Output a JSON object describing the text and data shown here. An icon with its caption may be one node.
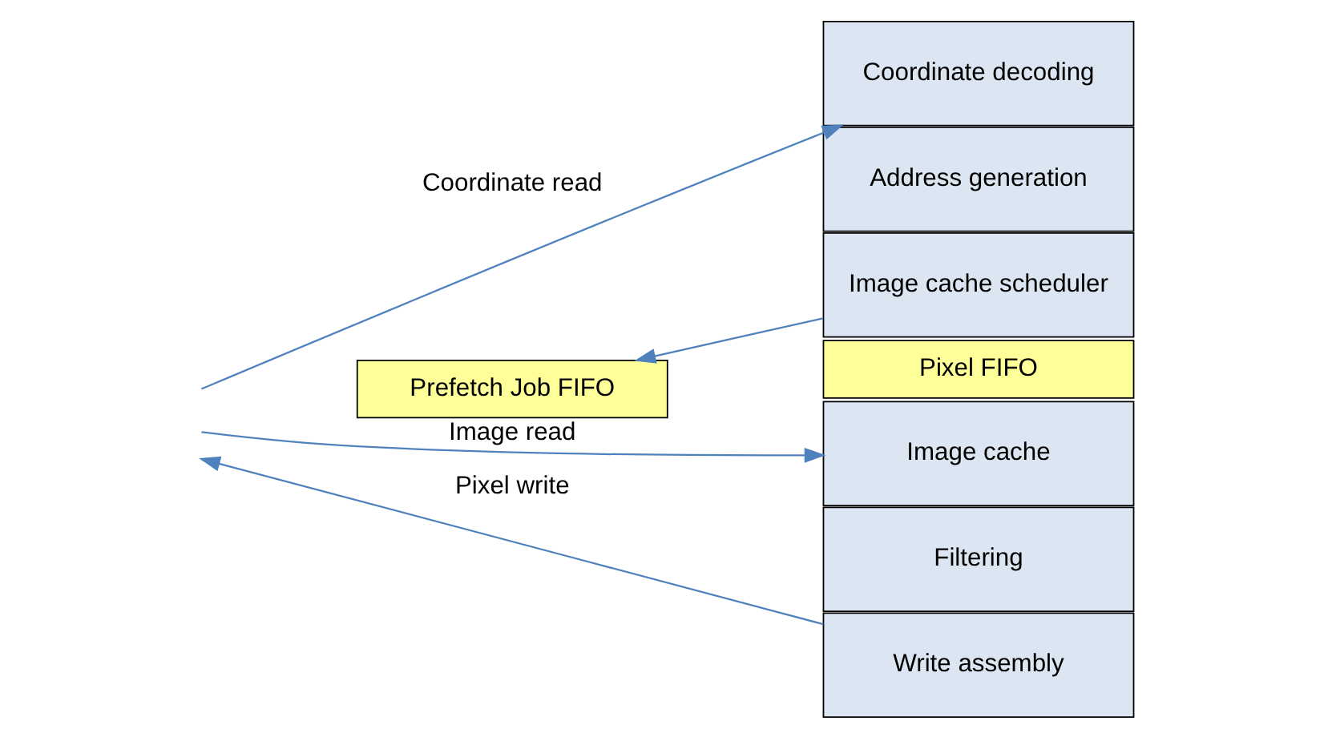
{
  "diagram": {
    "nodes": [
      {
        "text": [
          "Coordinate decoding"
        ]
      },
      {
        "text": [
          "Address generation"
        ]
      },
      {
        "text": [
          "Image cache scheduler"
        ]
      },
      {
        "text": [
          "Prefetch Job FIFO"
        ]
      },
      {
        "text": [
          "Pixel FIFO"
        ]
      },
      {
        "text": [
          "Image cache"
        ]
      },
      {
        "text": [
          "Filtering"
        ]
      },
      {
        "text": [
          "Write assembly"
        ]
      }
    ],
    "edges": [
      {
        "from": null,
        "to": 0,
        "arrow": "to",
        "label": "Coordinate read"
      },
      {
        "from": 2,
        "to": 3,
        "arrow": "to"
      },
      {
        "from": null,
        "to": 5,
        "arrow": "to",
        "label": "Image read"
      },
      {
        "from": 7,
        "to": null,
        "arrow": "to",
        "label": "Pixel write"
      }
    ]
  }
}
